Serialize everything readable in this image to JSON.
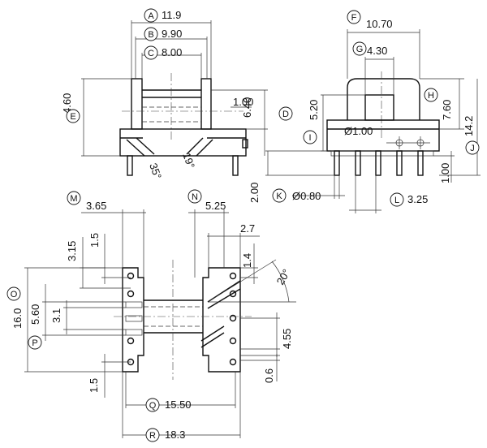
{
  "front_view": {
    "A": {
      "letter": "A",
      "value": "11.9"
    },
    "B": {
      "letter": "B",
      "value": "9.90"
    },
    "C": {
      "letter": "C",
      "value": "8.00"
    },
    "E": {
      "letter": "E",
      "value": "4.60"
    },
    "D": {
      "letter": "D",
      "value": "6.40"
    },
    "dim_100": "1.00",
    "angle_35": "35°",
    "angle_19": "19°"
  },
  "side_view": {
    "F": {
      "letter": "F",
      "value": "10.70"
    },
    "G": {
      "letter": "G",
      "value": "4.30"
    },
    "H": {
      "letter": "H",
      "value": "7.60"
    },
    "I": {
      "letter": "I",
      "value": "5.20"
    },
    "J": {
      "letter": "J",
      "value": "14.2"
    },
    "K": {
      "letter": "K",
      "value": "Ø0.80"
    },
    "L": {
      "letter": "L",
      "value": "3.25"
    },
    "hole": "Ø1.00",
    "dim_200": "2.00",
    "dim_100": "1.00"
  },
  "bottom_view": {
    "M": {
      "letter": "M",
      "value": "3.65"
    },
    "N": {
      "letter": "N",
      "value": "5.25"
    },
    "O": {
      "letter": "O",
      "value": "16.0"
    },
    "P": {
      "letter": "P",
      "value": "5.60"
    },
    "Q": {
      "letter": "Q",
      "value": "15.50"
    },
    "R": {
      "letter": "R",
      "value": "18.3"
    },
    "dim_27": "2.7",
    "dim_315": "3.15",
    "dim_15_top": "1.5",
    "dim_14": "1.4",
    "dim_31": "3.1",
    "dim_455": "4.55",
    "dim_06": "0.6",
    "dim_15_bottom": "1.5",
    "angle_20": "20°"
  }
}
